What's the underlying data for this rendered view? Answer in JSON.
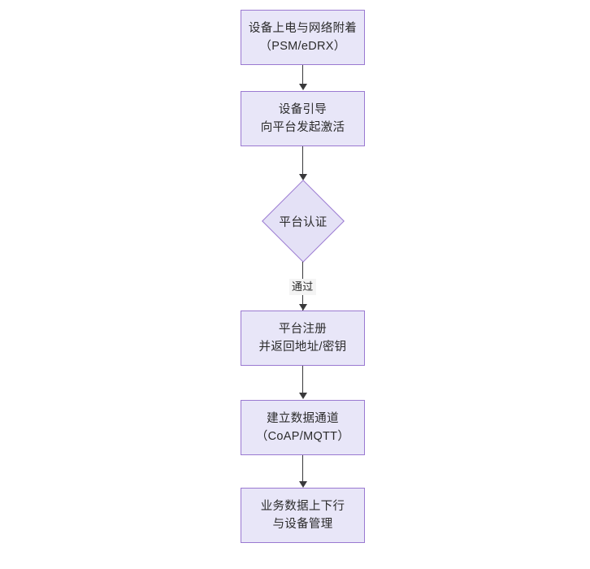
{
  "diagram": {
    "type": "flowchart",
    "orientation": "top-to-bottom",
    "background_color": "#ffffff",
    "node_fill_color": "#e8e6f8",
    "node_border_color": "#9a79d1",
    "edge_color": "#39393b",
    "text_color": "#2b2b2b",
    "nodes": [
      {
        "id": "power-on",
        "shape": "rectangle",
        "line1": "设备上电与网络附着",
        "line2": "（PSM/eDRX）"
      },
      {
        "id": "bootstrap",
        "shape": "rectangle",
        "line1": "设备引导",
        "line2": "向平台发起激活"
      },
      {
        "id": "platform-auth",
        "shape": "diamond",
        "line1": "平台认证"
      },
      {
        "id": "platform-register",
        "shape": "rectangle",
        "line1": "平台注册",
        "line2": "并返回地址/密钥"
      },
      {
        "id": "data-channel",
        "shape": "rectangle",
        "line1": "建立数据通道",
        "line2": "（CoAP/MQTT）"
      },
      {
        "id": "business-data",
        "shape": "rectangle",
        "line1": "业务数据上下行",
        "line2": "与设备管理"
      }
    ],
    "edges": [
      {
        "id": "e1",
        "from": "power-on",
        "to": "bootstrap",
        "label": ""
      },
      {
        "id": "e2",
        "from": "bootstrap",
        "to": "platform-auth",
        "label": ""
      },
      {
        "id": "e3",
        "from": "platform-auth",
        "to": "platform-register",
        "label": "通过"
      },
      {
        "id": "e4",
        "from": "platform-register",
        "to": "data-channel",
        "label": ""
      },
      {
        "id": "e5",
        "from": "data-channel",
        "to": "business-data",
        "label": ""
      }
    ]
  }
}
